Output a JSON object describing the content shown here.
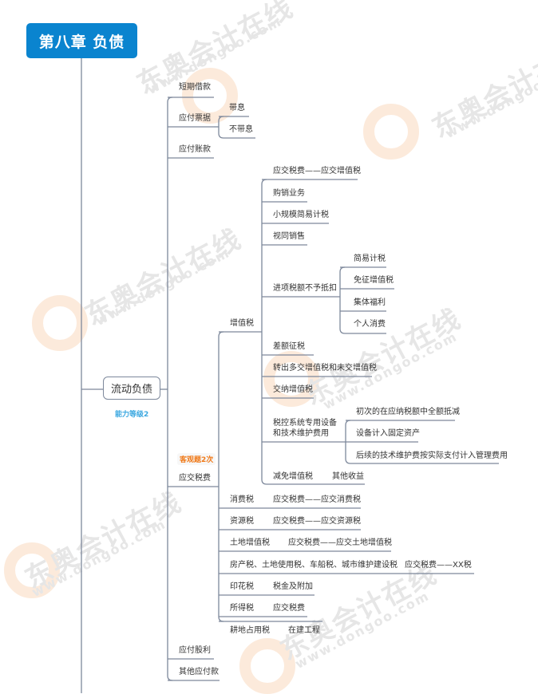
{
  "watermark": {
    "brand_text": "东奥会计在线",
    "url_text": "www.dongoo.com"
  },
  "root": {
    "label": "第八章  负债"
  },
  "main_node": {
    "label": "流动负债",
    "tag": "能力等级2"
  },
  "level1": [
    {
      "label": "短期借款"
    },
    {
      "label": "应付票据",
      "children": [
        {
          "label": "带息"
        },
        {
          "label": "不带息"
        }
      ]
    },
    {
      "label": "应付账款"
    },
    {
      "label": "应交税费",
      "tag": "客观题2次"
    },
    {
      "label": "应付股利"
    },
    {
      "label": "其他应付款"
    }
  ],
  "taxes": {
    "vat": {
      "label": "增值税",
      "items": [
        {
          "label": "应交税费——应交增值税"
        },
        {
          "label": "购销业务"
        },
        {
          "label": "小规模简易计税"
        },
        {
          "label": "视同销售"
        },
        {
          "label": "进项税额不予抵扣",
          "children": [
            {
              "label": "简易计税"
            },
            {
              "label": "免征增值税"
            },
            {
              "label": "集体福利"
            },
            {
              "label": "个人消费"
            }
          ]
        },
        {
          "label": "差额征税"
        },
        {
          "label": "转出多交增值税和未交增值税"
        },
        {
          "label": "交纳增值税"
        },
        {
          "label_line1": "税控系统专用设备",
          "label_line2": "和技术维护费用",
          "children": [
            {
              "label": "初次的在应纳税额中全额抵减"
            },
            {
              "label": "设备计入固定资产"
            },
            {
              "label": "后续的技术维护费按实际支付计入管理费用"
            }
          ]
        },
        {
          "label": "减免增值税",
          "child": "其他收益"
        }
      ]
    },
    "others": [
      {
        "label": "消费税",
        "child": "应交税费——应交消费税"
      },
      {
        "label": "资源税",
        "child": "应交税费——应交资源税"
      },
      {
        "label": "土地增值税",
        "child": "应交税费——应交土地增值税"
      },
      {
        "label": "房产税、土地使用税、车船税、城市维护建设税",
        "child": "应交税费——XX税"
      },
      {
        "label": "印花税",
        "child": "税金及附加"
      },
      {
        "label": "所得税",
        "child": "应交税费"
      },
      {
        "label": "耕地占用税",
        "child": "在建工程"
      }
    ]
  },
  "colors": {
    "root_bg": "#0a84cf",
    "line": "#7d889b",
    "tag_blue": "#3aa7e0",
    "tag_orange": "#f07a1a"
  }
}
